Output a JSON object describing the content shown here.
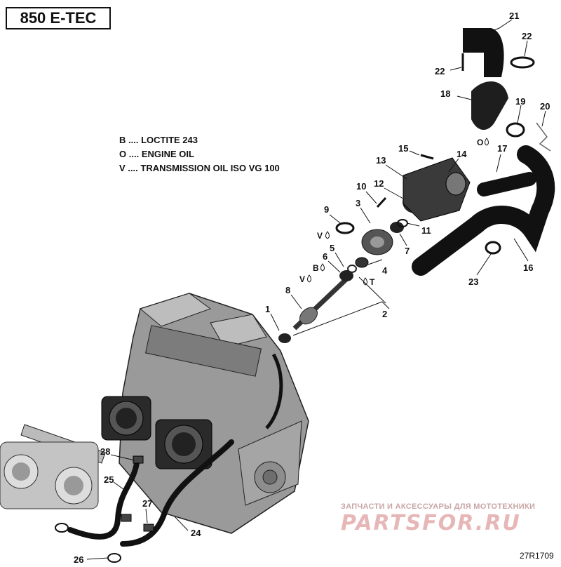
{
  "title": "850 E-TEC",
  "legend": [
    {
      "code": "B",
      "dots": "....",
      "text": "LOCTITE 243"
    },
    {
      "code": "O",
      "dots": "....",
      "text": "ENGINE OIL"
    },
    {
      "code": "V",
      "dots": "....",
      "text": "TRANSMISSION OIL ISO VG 100"
    }
  ],
  "callouts": {
    "c1": "1",
    "c2": "2",
    "c3": "3",
    "c4": "4",
    "c5": "5",
    "c6": "6",
    "c7": "7",
    "c8": "8",
    "c9": "9",
    "c10": "10",
    "c11": "11",
    "c12": "12",
    "c13": "13",
    "c14": "14",
    "c15": "15",
    "c16": "16",
    "c17": "17",
    "c18": "18",
    "c19": "19",
    "c20": "20",
    "c21": "21",
    "c22a": "22",
    "c22b": "22",
    "c23": "23",
    "c24": "24",
    "c25": "25",
    "c26": "26",
    "c27": "27",
    "c28": "28"
  },
  "symbols": {
    "v1": "V",
    "v2": "V",
    "b": "B",
    "o": "O",
    "t": "T"
  },
  "watermark": {
    "tagline": "ЗАПЧАСТИ И АКСЕССУАРЫ ДЛЯ МОТОТЕХНИКИ",
    "logo": "PARTSFOR.RU"
  },
  "reference": "27R1709",
  "colors": {
    "line": "#111111",
    "part_dark": "#1a1a1a",
    "engine": "#8a8a8a",
    "watermark": "#e7b7b7"
  }
}
